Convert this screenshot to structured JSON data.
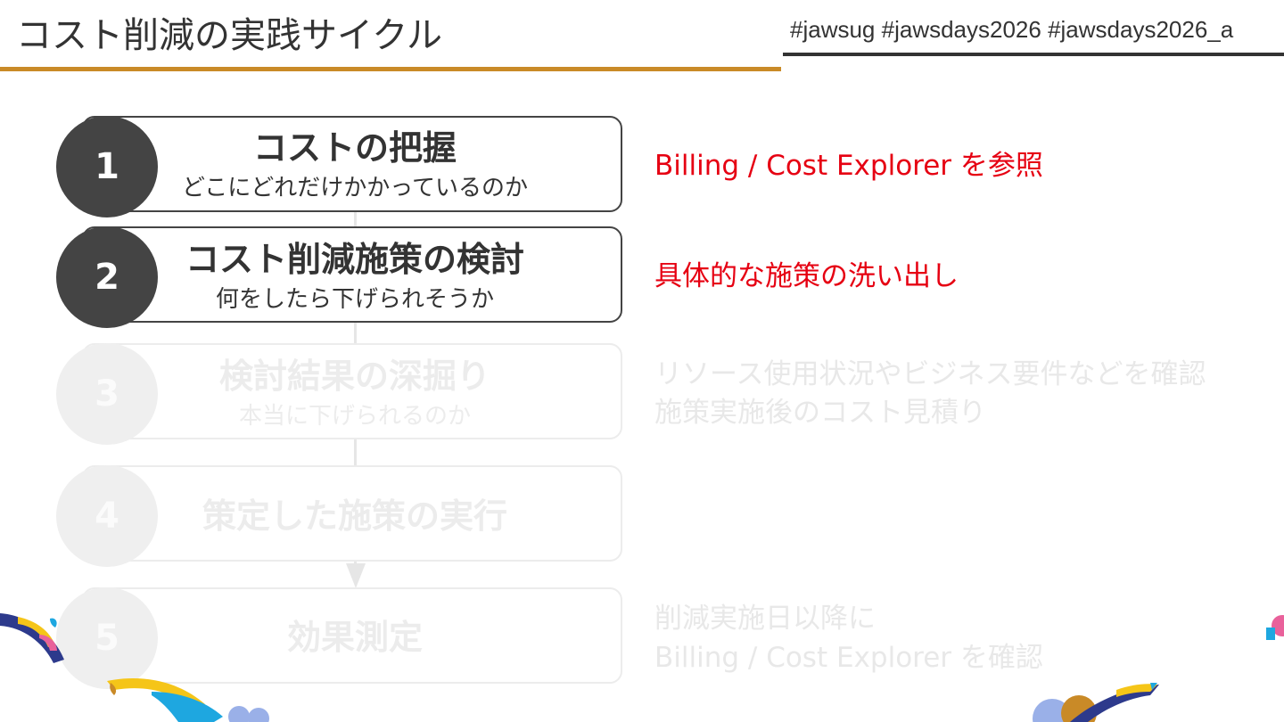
{
  "header": {
    "title": "コスト削減の実践サイクル",
    "hashtags": "#jawsug #jawsdays2026 #jawsdays2026_a"
  },
  "steps": [
    {
      "number": "1",
      "heading": "コストの把握",
      "sub": "どこにどれだけかかっているのか",
      "state": "active"
    },
    {
      "number": "2",
      "heading": "コスト削減施策の検討",
      "sub": "何をしたら下げられそうか",
      "state": "active"
    },
    {
      "number": "3",
      "heading": "検討結果の深掘り",
      "sub": "本当に下げられるのか",
      "state": "faded"
    },
    {
      "number": "4",
      "heading": "策定した施策の実行",
      "sub": "",
      "state": "faded"
    },
    {
      "number": "5",
      "heading": "効果測定",
      "sub": "",
      "state": "faded"
    }
  ],
  "notes": {
    "step1": "Billing / Cost Explorer を参照",
    "step2": "具体的な施策の洗い出し",
    "step3_line1": "リソース使用状況やビジネス要件などを確認",
    "step3_line2": "施策実施後のコスト見積り",
    "step5_line1": "削減実施日以降に",
    "step5_line2": "Billing / Cost Explorer を確認"
  },
  "colors": {
    "accent_line": "#c98a27",
    "circle_dark": "#444444",
    "note_red": "#e60012",
    "faded": "#ececec"
  }
}
